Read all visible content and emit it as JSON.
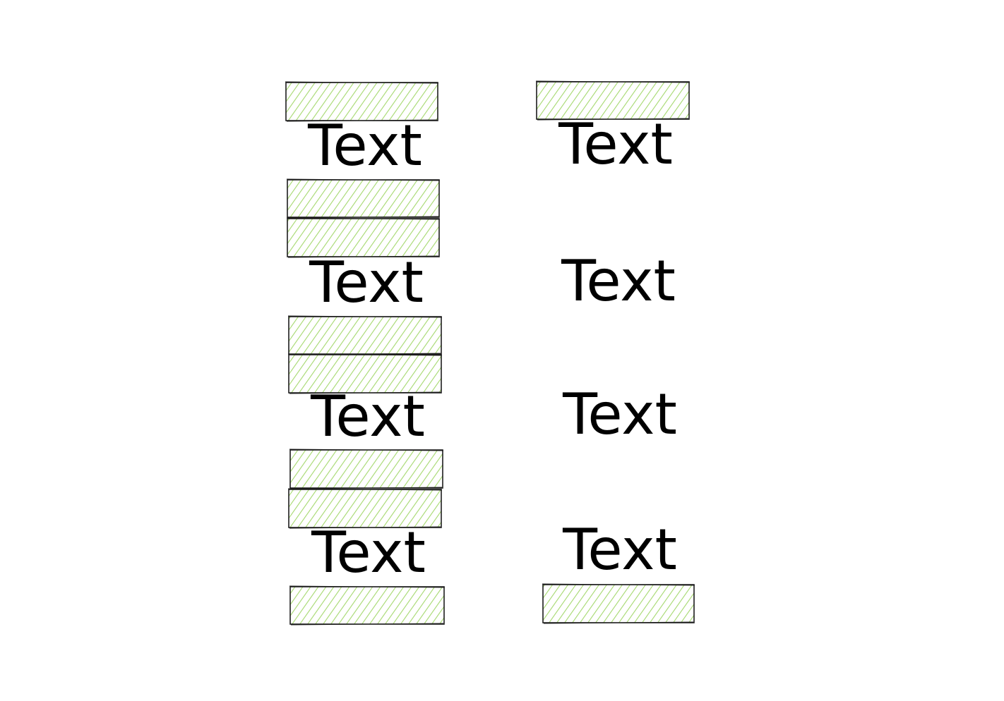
{
  "colors": {
    "fill": "#a5d86e",
    "stroke": "#1e1e1e",
    "text": "#000000",
    "background": "#ffffff"
  },
  "left_column": {
    "labels": [
      "Text",
      "Text",
      "Text",
      "Text"
    ]
  },
  "right_column": {
    "labels": [
      "Text",
      "Text",
      "Text",
      "Text"
    ]
  }
}
